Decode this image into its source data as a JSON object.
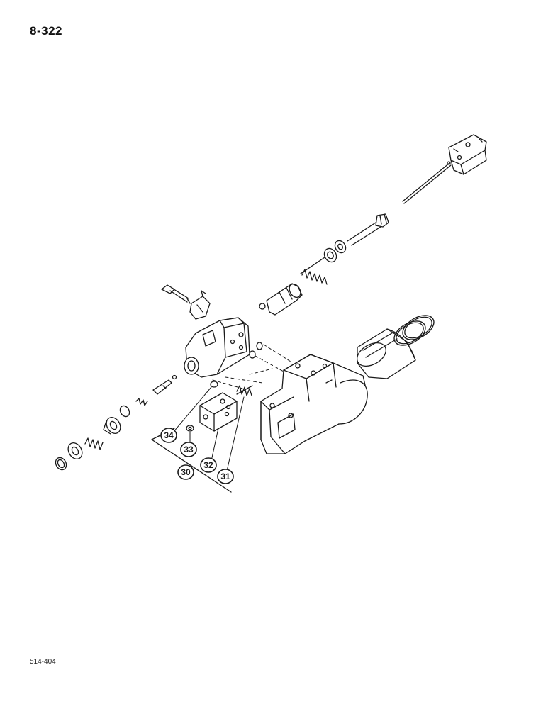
{
  "page": {
    "page_number": "8-322",
    "figure_code": "514-404"
  },
  "callouts": [
    {
      "id": "c34",
      "label": "34"
    },
    {
      "id": "c33",
      "label": "33"
    },
    {
      "id": "c32",
      "label": "32"
    },
    {
      "id": "c31",
      "label": "31"
    },
    {
      "id": "c30",
      "label": "30"
    }
  ],
  "colors": {
    "ink": "#1a1a1a",
    "paper": "#ffffff",
    "shade": "#d6d6d6"
  }
}
